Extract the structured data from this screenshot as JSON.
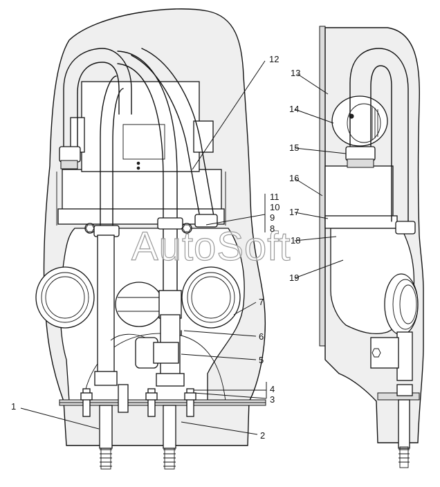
{
  "watermark": "AutoSoft",
  "callouts": {
    "c1": "1",
    "c2": "2",
    "c3": "3",
    "c4": "4",
    "c5": "5",
    "c6": "6",
    "c7": "7",
    "c8": "8",
    "c9": "9",
    "c10": "10",
    "c11": "11",
    "c12": "12",
    "c13": "13",
    "c14": "14",
    "c15": "15",
    "c16": "16",
    "c17": "17",
    "c18": "18",
    "c19": "19"
  }
}
